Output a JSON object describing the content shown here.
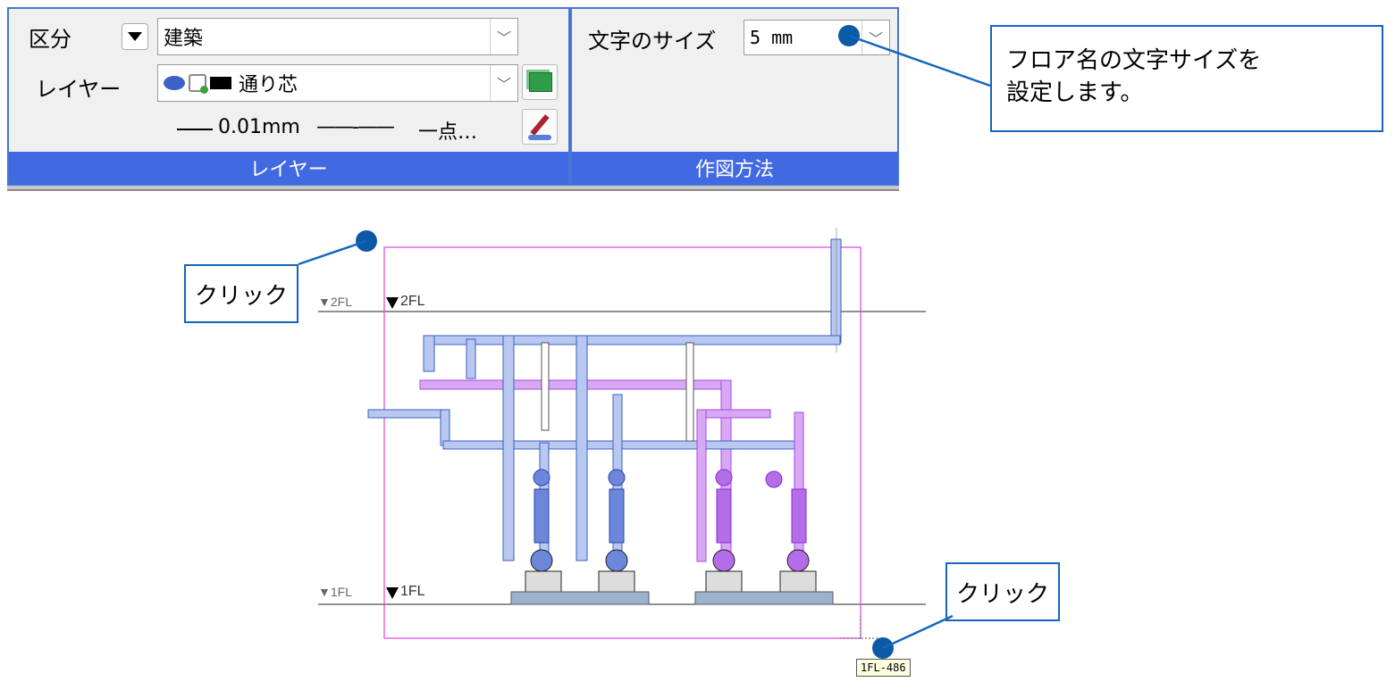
{
  "layer_panel": {
    "category_label": "区分",
    "category_value": "建築",
    "layer_label": "レイヤー",
    "layer_value": "通り芯",
    "line_width": "0.01mm",
    "line_type": "一点…",
    "footer": "レイヤー"
  },
  "drawing_panel": {
    "text_size_label": "文字のサイズ",
    "text_size_value": "5 mm",
    "footer": "作図方法"
  },
  "callouts": {
    "text_size_note_line1": "フロア名の文字サイズを",
    "text_size_note_line2": "設定します。",
    "click_1": "クリック",
    "click_2": "クリック"
  },
  "drawing": {
    "floor_2_label": "▼2FL",
    "floor_1_label": "▼1FL",
    "tooltip": "1FL-486"
  },
  "colors": {
    "ribbon_blue": "#4169e1",
    "callout_blue": "#1565c0",
    "frame_magenta": "#e040e0",
    "pipe_blue": "#b8c8f0",
    "pipe_purple": "#d9a8f5"
  }
}
